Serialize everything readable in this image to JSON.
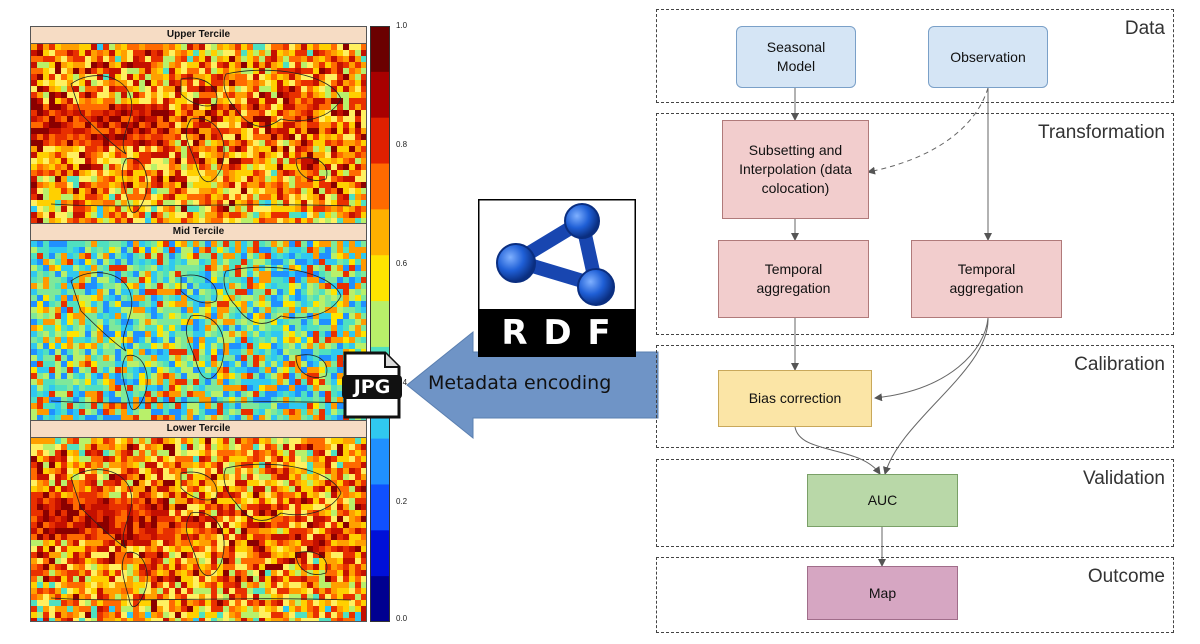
{
  "maps": {
    "panels": [
      {
        "title": "Upper Tercile"
      },
      {
        "title": "Mid Tercile"
      },
      {
        "title": "Lower Tercile"
      }
    ],
    "colorbar": {
      "ticks": [
        "1.0",
        "0.8",
        "0.6",
        "0.4",
        "0.2",
        "0.0"
      ],
      "colors": [
        "#6b0000",
        "#a80000",
        "#e02000",
        "#ff6a00",
        "#ffb000",
        "#ffe400",
        "#b8f06a",
        "#4fe0c0",
        "#30c8f0",
        "#2090ff",
        "#1050ff",
        "#0010d8",
        "#000090"
      ]
    }
  },
  "jpg_icon": {
    "label": "JPG"
  },
  "arrow": {
    "label": "Metadata encoding",
    "color": "#6f94c6"
  },
  "rdf_logo": {
    "label": "R D F"
  },
  "workflow": {
    "sections": {
      "data": "Data",
      "transformation": "Transformation",
      "calibration": "Calibration",
      "validation": "Validation",
      "outcome": "Outcome"
    },
    "nodes": {
      "seasonal_model": "Seasonal Model",
      "observation": "Observation",
      "subsetting": "Subsetting and Interpolation (data colocation)",
      "temporal_aggregation_model": "Temporal aggregation",
      "temporal_aggregation_obs": "Temporal aggregation",
      "bias_correction": "Bias correction",
      "auc": "AUC",
      "map": "Map"
    }
  }
}
